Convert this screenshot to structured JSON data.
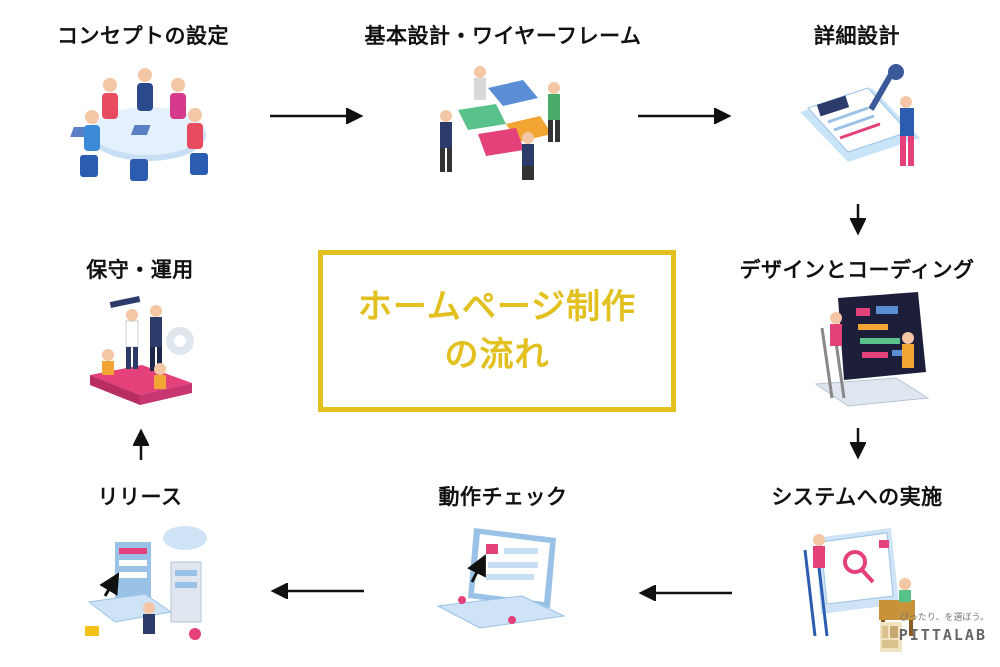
{
  "title": "ホームページ制作の流れ",
  "title_lines": [
    "ホームページ制作",
    "の流れ"
  ],
  "steps": [
    {
      "label": "コンセプトの設定",
      "icon": "team-meeting-icon"
    },
    {
      "label": "基本設計・ワイヤーフレーム",
      "icon": "puzzle-team-icon"
    },
    {
      "label": "詳細設計",
      "icon": "design-document-icon"
    },
    {
      "label": "デザインとコーディング",
      "icon": "coding-screen-icon"
    },
    {
      "label": "システムへの実施",
      "icon": "system-implementation-icon"
    },
    {
      "label": "動作チェック",
      "icon": "laptop-check-icon"
    },
    {
      "label": "リリース",
      "icon": "server-release-icon"
    },
    {
      "label": "保守・運用",
      "icon": "maintenance-team-icon"
    }
  ],
  "brand": {
    "tagline": "ぴったり、を選ぼう。",
    "name": "PITTALAB"
  },
  "colors": {
    "accent": "#e2c020",
    "arrow": "#111111",
    "text": "#111111"
  }
}
